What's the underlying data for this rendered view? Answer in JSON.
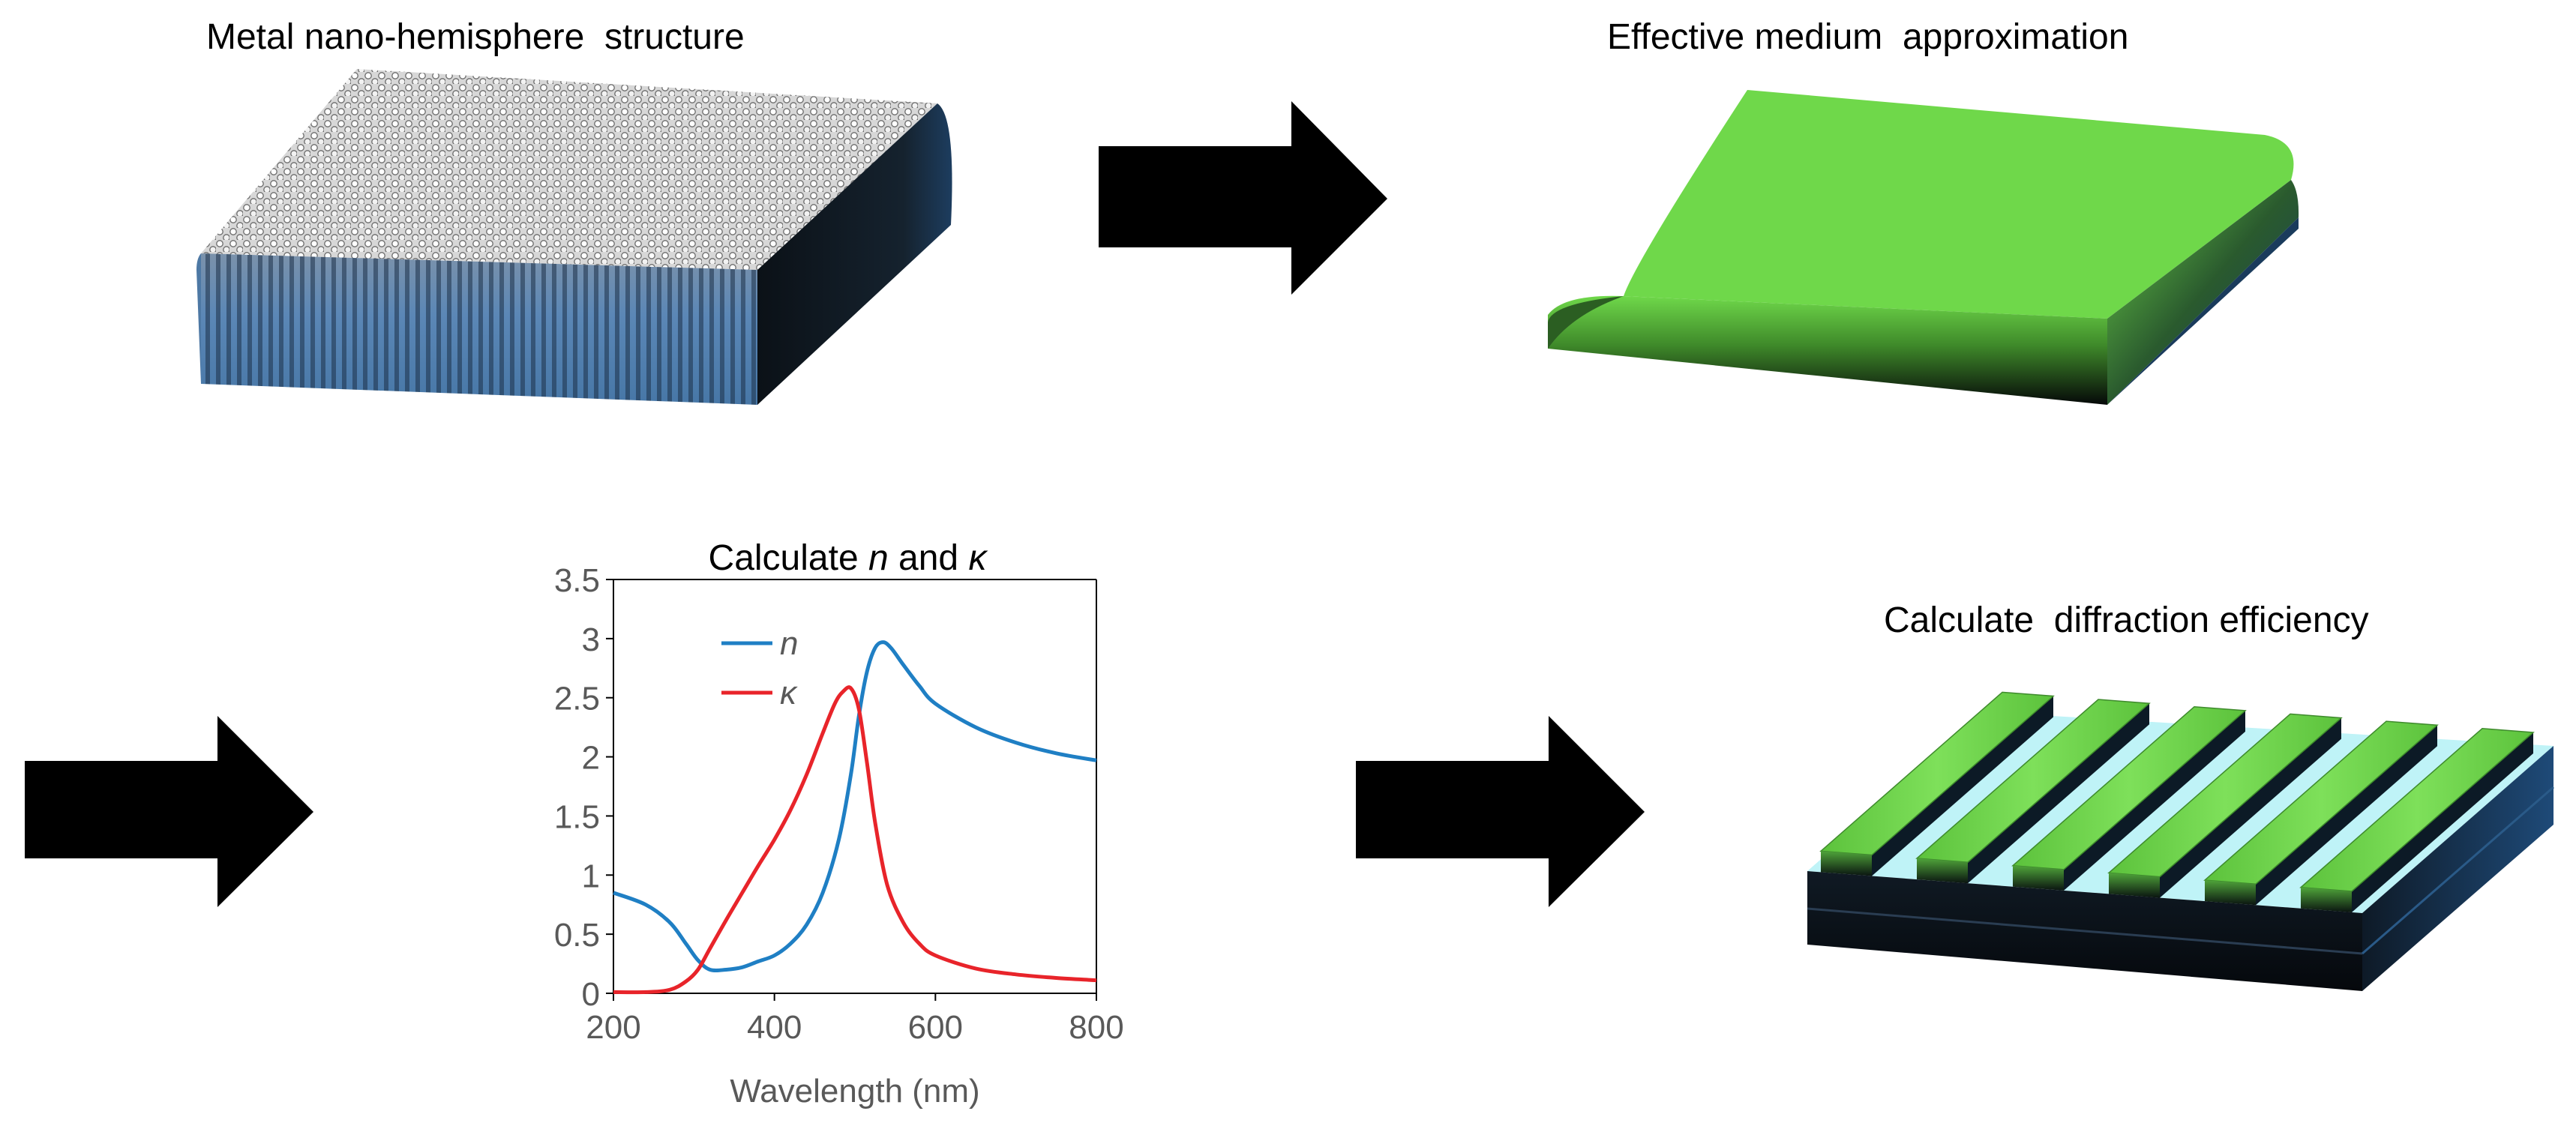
{
  "titles": {
    "panel1": "Metal nano-hemisphere  structure",
    "panel2": "Effective medium  approximation",
    "panel4": "Calculate  diffraction efficiency"
  },
  "colors": {
    "green": "#6fd84a",
    "dark": "#07111c",
    "blue_side": "#4b86c0",
    "light_cyan": "#bff3f7",
    "arrow": "#000000",
    "n_curve": "#1f7fc4",
    "k_curve": "#e8242a"
  },
  "chart_data": {
    "type": "line",
    "title_parts": [
      "Calculate ",
      "n",
      " and ",
      "κ"
    ],
    "xlabel": "Wavelength (nm)",
    "ylabel": "",
    "xlim": [
      200,
      800
    ],
    "ylim": [
      0,
      3.5
    ],
    "xticks": [
      "200",
      "400",
      "600",
      "800"
    ],
    "yticks": [
      "0",
      "0.5",
      "1",
      "1.5",
      "2",
      "2.5",
      "3",
      "3.5"
    ],
    "grid": false,
    "legend": "top-left",
    "series": [
      {
        "name": "n",
        "color": "#1f7fc4",
        "x": [
          200,
          240,
          270,
          290,
          305,
          320,
          340,
          360,
          380,
          400,
          420,
          440,
          460,
          480,
          495,
          505,
          515,
          525,
          535,
          545,
          560,
          580,
          600,
          650,
          700,
          750,
          800
        ],
        "y": [
          0.85,
          0.75,
          0.6,
          0.42,
          0.28,
          0.2,
          0.2,
          0.22,
          0.27,
          0.32,
          0.42,
          0.58,
          0.85,
          1.3,
          1.85,
          2.35,
          2.72,
          2.92,
          2.97,
          2.92,
          2.78,
          2.6,
          2.45,
          2.25,
          2.12,
          2.03,
          1.97
        ]
      },
      {
        "name": "κ",
        "color": "#e8242a",
        "x": [
          200,
          240,
          270,
          290,
          305,
          320,
          340,
          360,
          380,
          400,
          420,
          440,
          460,
          475,
          485,
          495,
          505,
          515,
          525,
          540,
          560,
          580,
          600,
          650,
          700,
          750,
          800
        ],
        "y": [
          0.01,
          0.01,
          0.03,
          0.1,
          0.2,
          0.38,
          0.62,
          0.85,
          1.08,
          1.3,
          1.55,
          1.85,
          2.2,
          2.45,
          2.55,
          2.58,
          2.4,
          1.95,
          1.45,
          0.92,
          0.6,
          0.42,
          0.32,
          0.21,
          0.16,
          0.13,
          0.11
        ]
      }
    ]
  }
}
